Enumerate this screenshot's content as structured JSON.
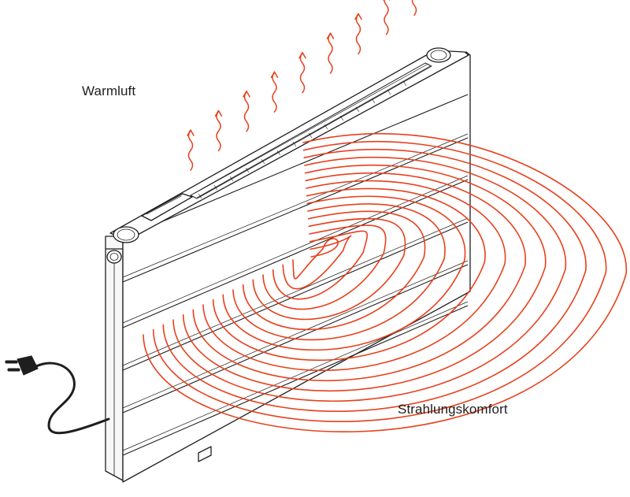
{
  "labels": {
    "warm_air": "Warmluft",
    "radiant_comfort": "Strahlungskomfort"
  },
  "icons": {
    "heater": "radiator-panel-icon",
    "plug": "power-plug-icon",
    "cable": "power-cable",
    "warm_air": "rising-heat-wave-icon",
    "radiation": "radiant-heat-wave-icon"
  },
  "colors": {
    "heat": "#e8401c",
    "outline": "#1e1e1e",
    "background": "#ffffff"
  },
  "warm_air_arrow_count": 9,
  "radiant_wave_count": 16
}
